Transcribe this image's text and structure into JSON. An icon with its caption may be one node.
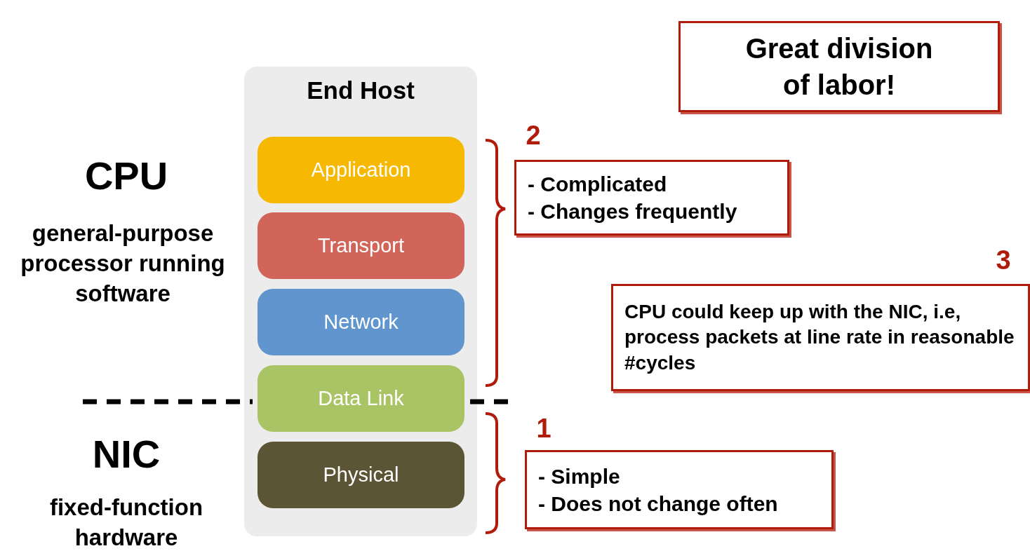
{
  "diagram": {
    "nodes": [
      {
        "text": [
          "End Host"
        ]
      },
      {
        "text": [
          "Application"
        ],
        "in": 0
      },
      {
        "text": [
          "Transport"
        ],
        "in": 0
      },
      {
        "text": [
          "Network"
        ],
        "in": 0
      },
      {
        "text": [
          "Data Link"
        ],
        "in": 0
      },
      {
        "text": [
          "Physical"
        ],
        "in": 0
      },
      {
        "text": [
          "Great division of labor!"
        ]
      },
      {
        "text": [
          "- Complicated",
          "- Changes frequently"
        ]
      },
      {
        "text": [
          "CPU could keep up with the NIC, i.e, process packets at line rate in reasonable #cycles"
        ]
      },
      {
        "text": [
          "- Simple",
          "- Does not change often"
        ]
      }
    ],
    "edges": [],
    "labels": [
      "2",
      "CPU",
      "general-purpose processor running software",
      "3",
      "1",
      "NIC",
      "fixed-function hardware"
    ]
  }
}
